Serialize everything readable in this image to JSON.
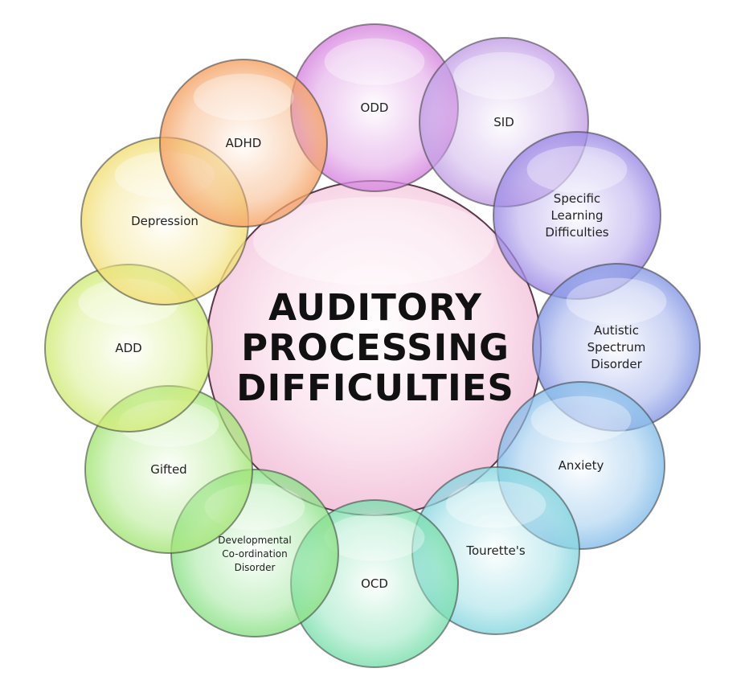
{
  "center": {
    "line1": "AUDITORY",
    "line2": "PROCESSING",
    "line3": "DIFFICULTIES",
    "color": "#f3c6dc"
  },
  "bubbles": [
    {
      "key": "odd",
      "lines": [
        "ODD"
      ],
      "color": "#d88ae0"
    },
    {
      "key": "sid",
      "lines": [
        "SID"
      ],
      "color": "#c4a2e6"
    },
    {
      "key": "sld",
      "lines": [
        "Specific",
        "Learning",
        "Difficulties"
      ],
      "color": "#a08ee6"
    },
    {
      "key": "asd",
      "lines": [
        "Autistic",
        "Spectrum",
        "Disorder"
      ],
      "color": "#8a9ce6"
    },
    {
      "key": "anxiety",
      "lines": [
        "Anxiety"
      ],
      "color": "#8ac0ea"
    },
    {
      "key": "tourettes",
      "lines": [
        "Tourette's"
      ],
      "color": "#8ad8e0"
    },
    {
      "key": "ocd",
      "lines": [
        "OCD"
      ],
      "color": "#7ee0b0"
    },
    {
      "key": "dcd",
      "lines": [
        "Developmental",
        "Co-ordination",
        "Disorder"
      ],
      "color": "#8ee28a"
    },
    {
      "key": "gifted",
      "lines": [
        "Gifted"
      ],
      "color": "#a6e67a"
    },
    {
      "key": "add",
      "lines": [
        "ADD"
      ],
      "color": "#d2ec7a"
    },
    {
      "key": "depression",
      "lines": [
        "Depression"
      ],
      "color": "#f2e07a"
    },
    {
      "key": "adhd",
      "lines": [
        "ADHD"
      ],
      "color": "#f5a66a"
    }
  ]
}
